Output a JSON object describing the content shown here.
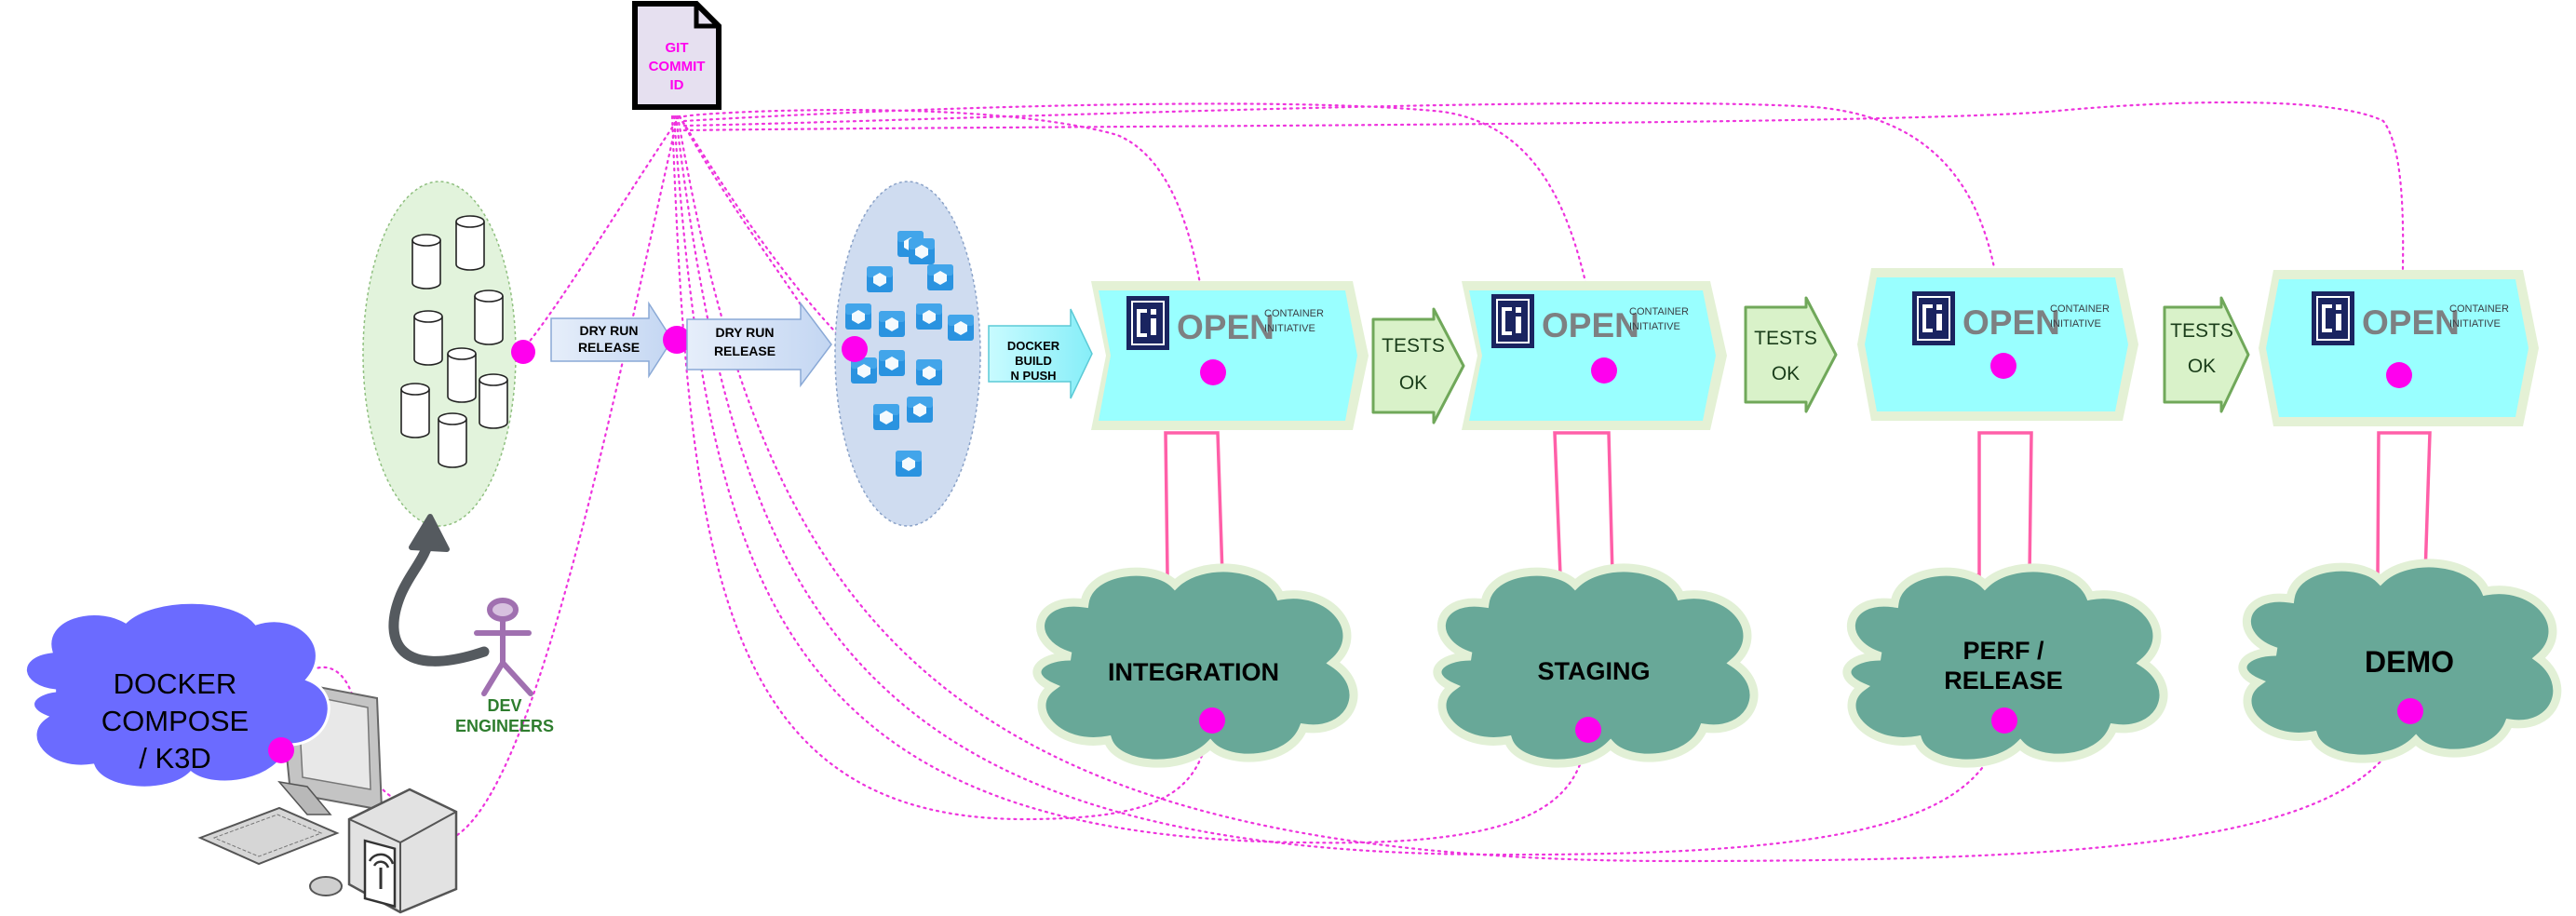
{
  "git_commit": {
    "lines": [
      "GIT",
      "COMMIT",
      "ID"
    ]
  },
  "dry_run_arrows": [
    {
      "lines": [
        "DRY RUN",
        "RELEASE"
      ]
    },
    {
      "lines": [
        "DRY RUN",
        "RELEASE"
      ]
    }
  ],
  "docker_push_arrow": {
    "lines": [
      "DOCKER",
      "BUILD",
      "N PUSH"
    ]
  },
  "oci_logo": {
    "word": "OPEN",
    "small_lines": [
      "CONTAINER",
      "INITIATIVE"
    ]
  },
  "tests_ok": [
    {
      "lines": [
        "TESTS",
        "OK"
      ]
    },
    {
      "lines": [
        "TESTS",
        "OK"
      ]
    },
    {
      "lines": [
        "TESTS",
        "OK"
      ]
    }
  ],
  "environments": [
    {
      "lines": [
        "INTEGRATION"
      ]
    },
    {
      "lines": [
        "STAGING"
      ]
    },
    {
      "lines": [
        "PERF /",
        "RELEASE"
      ]
    },
    {
      "lines": [
        "DEMO"
      ]
    }
  ],
  "dev_engineers": {
    "lines": [
      "DEV",
      "ENGINEERS"
    ]
  },
  "local_cluster": {
    "lines": [
      "DOCKER",
      "COMPOSE",
      "/ K3D"
    ]
  },
  "colors": {
    "marker": "#ff00ee",
    "link": "#ee33dd",
    "registry_bg": "#ffff99",
    "oci_panel": "#99ffff",
    "cloud": "#6aaa9a",
    "tests_arrow": "#d9f2c9",
    "pink_arrow": "#ff5fa8",
    "local_cloud": "#6b6bff",
    "dev_text": "#2e7d2e",
    "actor": "#a070b0"
  }
}
